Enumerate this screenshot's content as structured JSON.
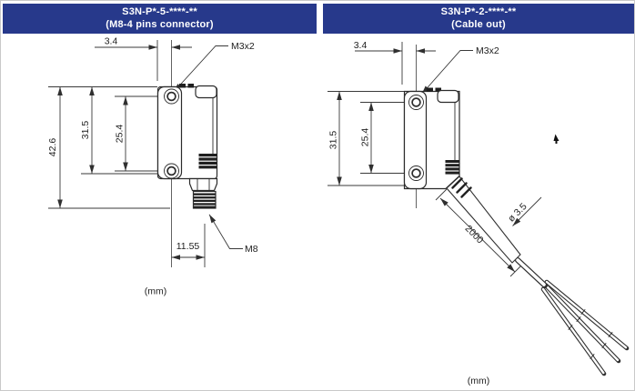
{
  "colors": {
    "header_bg": "#27398B",
    "header_text": "#FFFFFF",
    "line": "#2f2f2f"
  },
  "left_panel": {
    "title_line1": "S3N-P*-5-****-**",
    "title_line2": "(M8-4 pins connector)",
    "labels": {
      "top_offset": "3.4",
      "screw": "M3x2",
      "overall_height": "42.6",
      "body_height": "31.5",
      "hole_spacing": "25.4",
      "connector_width": "11.55",
      "connector": "M8",
      "unit": "(mm)"
    }
  },
  "right_panel": {
    "title_line1": "S3N-P*-2-****-**",
    "title_line2": "(Cable out)",
    "labels": {
      "top_offset": "3.4",
      "screw": "M3x2",
      "body_height": "31.5",
      "hole_spacing": "25.4",
      "cable_length": "2000",
      "cable_diameter": "ø 3.5",
      "unit": "(mm)"
    }
  }
}
